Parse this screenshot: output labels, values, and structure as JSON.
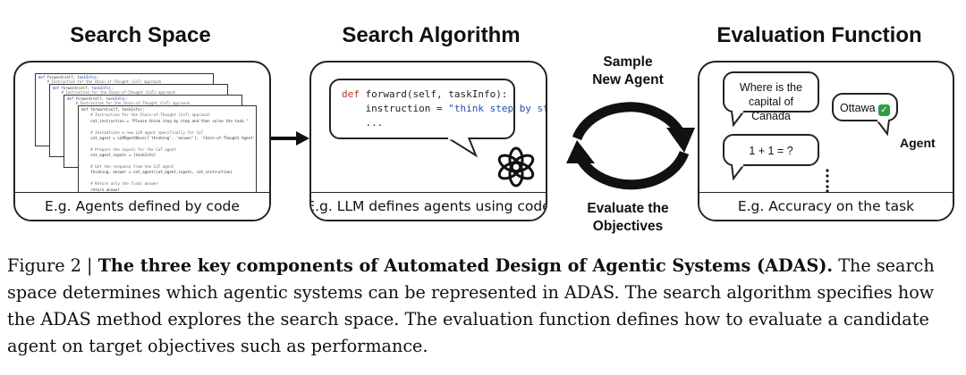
{
  "headings": {
    "search_space": "Search Space",
    "search_algorithm": "Search Algorithm",
    "evaluation_function": "Evaluation Function"
  },
  "search_space": {
    "caption": "E.g. Agents defined by code",
    "back_page_lines": [
      "def forward(self, taskInfo):",
      "    # Instruction for the Chain-of-Thought (CoT) approach",
      "    # Instruction for the Chain-of-Thought (CoT) approach"
    ],
    "code_lines": [
      "def forward(self, taskInfo):",
      "    # Instruction for the Chain-of-Thought (CoT) approach",
      "    cot_instruction = \"Please think step by step and then solve the task.\"",
      "",
      "    # Instantiate a new LLM agent specifically for CoT",
      "    cot_agent = LLMAgentBase(['thinking', 'answer'], 'Chain-of-Thought Agent')",
      "",
      "    # Prepare the inputs for the CoT agent",
      "    cot_agent_inputs = [taskInfo]",
      "",
      "    # Get the response from the CoT agent",
      "    thinking, answer = cot_agent(cot_agent_inputs, cot_instruction)",
      "",
      "    # Return only the final answer",
      "    return answer"
    ]
  },
  "search_algorithm": {
    "caption": "E.g. LLM defines agents using code",
    "code_kw": "def",
    "code_line1_rest": " forward(self, taskInfo):",
    "code_line2_pre": "    instruction = ",
    "code_line2_str": "\"think step by step.\"",
    "code_line3": "    ..."
  },
  "cycle": {
    "top_label": "Sample\nNew Agent",
    "bottom_label": "Evaluate the\nObjectives"
  },
  "evaluation": {
    "caption": "E.g. Accuracy on the task",
    "question1": "Where is the\ncapital of Canada",
    "answer1": "Ottawa",
    "check_mark": "✅",
    "question2": "1 + 1 = ?",
    "agent_label": "Agent"
  },
  "figure_caption": {
    "label": "Figure 2 | ",
    "bold": "The three key components of Automated Design of Agentic Systems (ADAS).",
    "rest": " The search space determines which agentic systems can be represented in ADAS. The search algorithm specifies how the ADAS method explores the search space. The evaluation function defines how to evaluate a candidate agent on target objectives such as performance."
  },
  "colors": {
    "outline": "#222222",
    "arrow": "#111111",
    "check_green": "#2e9e44"
  },
  "icons": [
    "openai-logo-icon",
    "cycle-arrows-icon",
    "right-arrow-icon",
    "ellipsis-dots-icon"
  ]
}
